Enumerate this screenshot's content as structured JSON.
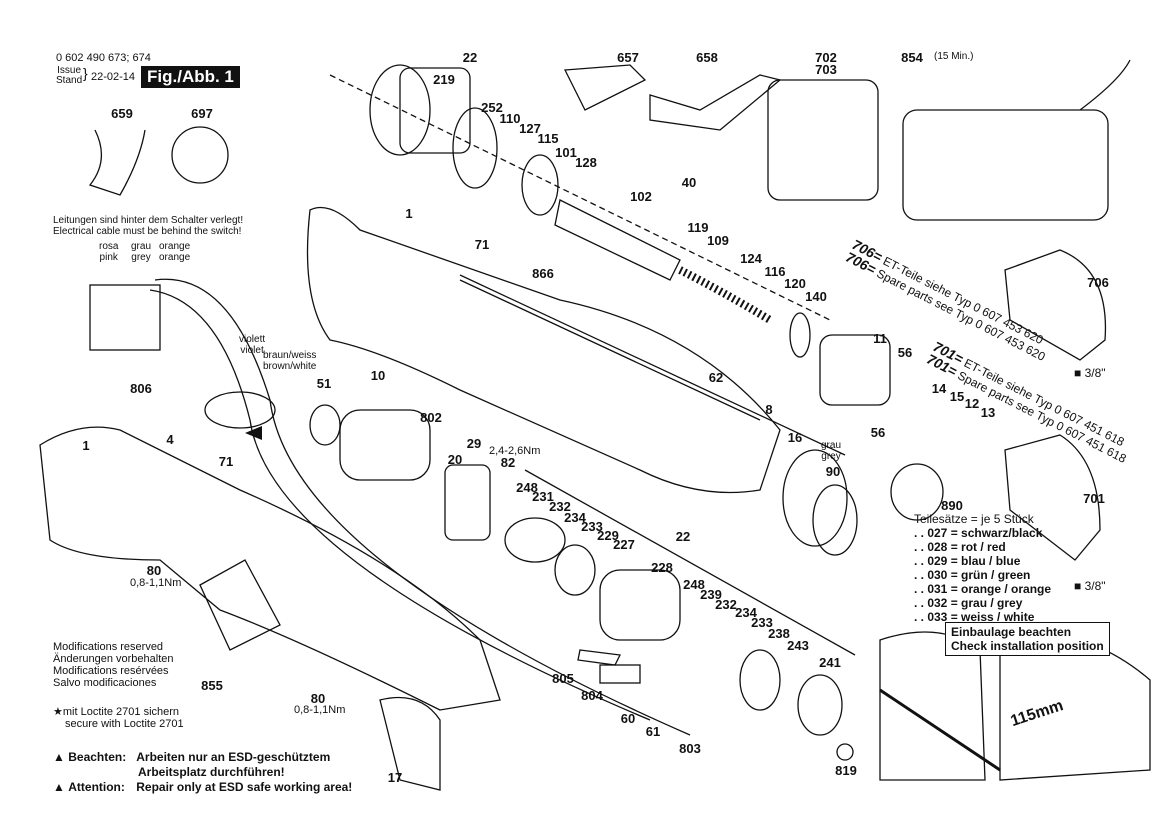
{
  "header": {
    "part_number": "0 602 490 673; 674",
    "issue_label_de": "Issue",
    "issue_label_en": "Stand",
    "issue_date": "22-02-14",
    "figure": "Fig./Abb. 1"
  },
  "notes": {
    "cable_de": "Leitungen sind hinter dem Schalter verlegt!",
    "cable_en": "Electrical cable must be behind the switch!",
    "wire_colors": [
      "rosa",
      "pink",
      "grau",
      "grey",
      "orange",
      "orange",
      "violett",
      "violet",
      "braun/weiss",
      "brown/white",
      "grau",
      "grey"
    ],
    "modifications": [
      "Modifications reserved",
      "Änderungen vorbehalten",
      "Modifications resérvées",
      "Salvo modificaciones"
    ],
    "loctite": [
      "mit Loctite 2701 sichern",
      "secure with Loctite 2701"
    ],
    "esd_de_label": "Beachten:",
    "esd_de_text_1": "Arbeiten nur an ESD-geschütztem",
    "esd_de_text_2": "Arbeitsplatz durchführen!",
    "esd_en_label": "Attention:",
    "esd_en_text": "Repair only at ESD safe working area!",
    "torque_82": "2,4-2,6Nm",
    "torque_80a": "0,8-1,1Nm",
    "torque_80b": "0,8-1,1Nm",
    "charger_time": "(15 Min.)",
    "drive_size": "3/8\"",
    "measure": "115mm"
  },
  "spare_parts_notes": [
    {
      "ref": "706=",
      "text": "ET-Teile siehe  Typ  0 607 453 620"
    },
    {
      "ref": "706=",
      "text": "Spare parts see Typ  0 607 453 620"
    },
    {
      "ref": "701=",
      "text": "ET-Teile siehe  Typ  0 607 451 618"
    },
    {
      "ref": "701=",
      "text": "Spare parts see Typ  0 607 451 618"
    }
  ],
  "kit": {
    "title": "Teilesätze = je 5 Stück",
    "items": [
      ". . 027 = schwarz/black",
      ". . 028 = rot / red",
      ". . 029 = blau / blue",
      ". . 030 = grün / green",
      ". . 031 = orange / orange",
      ". . 032 = grau / grey",
      ". . 033 = weiss / white"
    ]
  },
  "install_note": [
    "Einbaulage beachten",
    "Check installation position"
  ],
  "part_labels": [
    "22",
    "219",
    "252",
    "110",
    "127",
    "115",
    "101",
    "128",
    "102",
    "40",
    "657",
    "658",
    "702",
    "703",
    "854",
    "659",
    "697",
    "1",
    "71",
    "866",
    "119",
    "109",
    "124",
    "116",
    "120",
    "140",
    "11",
    "56",
    "14",
    "15",
    "12",
    "13",
    "56",
    "706",
    "701",
    "10",
    "62",
    "8",
    "16",
    "90",
    "51",
    "806",
    "4",
    "802",
    "20",
    "29",
    "82",
    "248",
    "231",
    "232",
    "234",
    "233",
    "229",
    "227",
    "22",
    "228",
    "248",
    "239",
    "232",
    "234",
    "233",
    "238",
    "243",
    "241",
    "819",
    "890",
    "1",
    "71",
    "80",
    "855",
    "805",
    "804",
    "60",
    "61",
    "803",
    "80",
    "17"
  ]
}
